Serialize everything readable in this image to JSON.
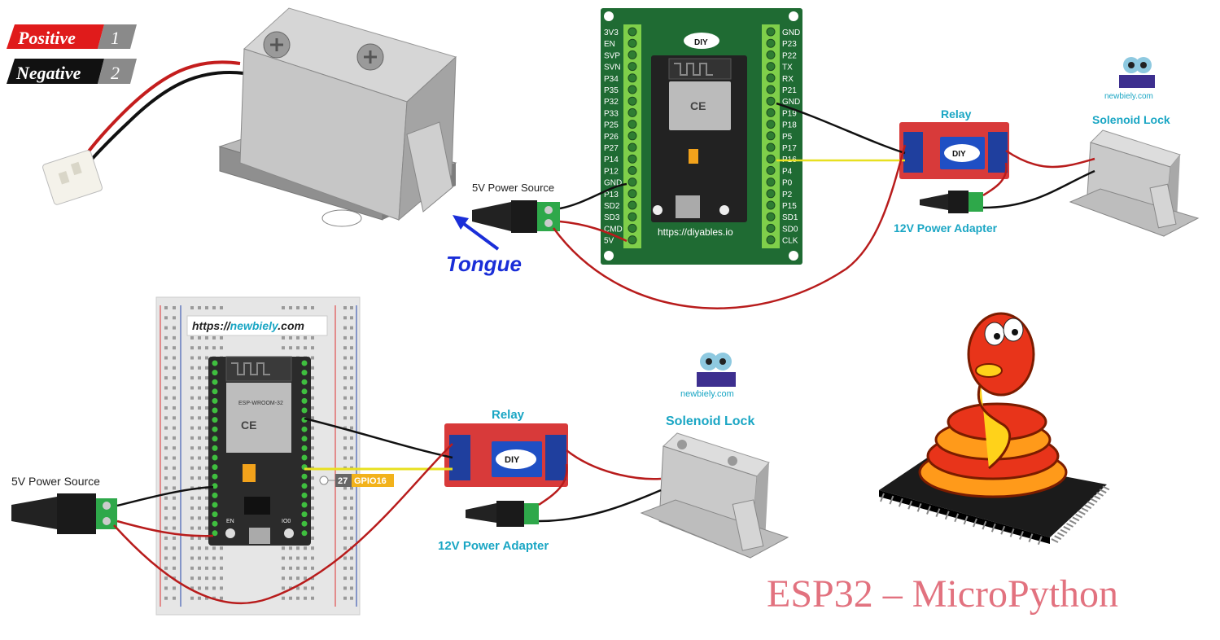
{
  "legend": {
    "positive_label": "Positive",
    "positive_number": "1",
    "negative_label": "Negative",
    "negative_number": "2"
  },
  "top_diagram": {
    "power_source_label": "5V Power Source",
    "tongue_label": "Tongue",
    "board_url": "https://diyables.io",
    "board_logo_text": "DIY",
    "board_pins_left": [
      "3V3",
      "EN",
      "SVP",
      "SVN",
      "P34",
      "P35",
      "P32",
      "P33",
      "P25",
      "P26",
      "P27",
      "P14",
      "P12",
      "GND",
      "P13",
      "SD2",
      "SD3",
      "CMD",
      "5V"
    ],
    "board_pins_right": [
      "GND",
      "P23",
      "P22",
      "TX",
      "RX",
      "P21",
      "GND",
      "P19",
      "P18",
      "P5",
      "P17",
      "P16",
      "P4",
      "P0",
      "P2",
      "P15",
      "SD1",
      "SD0",
      "CLK"
    ],
    "relay_label": "Relay",
    "relay_brand": "DIY",
    "adapter_label": "12V Power Adapter",
    "lock_label": "Solenoid Lock",
    "brand": "newbiely.com"
  },
  "bottom_diagram": {
    "site_url_prefix": "https://",
    "site_url_brand": "newbiely",
    "site_url_suffix": ".com",
    "power_source_label": "5V Power Source",
    "gpio_number": "27",
    "gpio_label": "GPIO16",
    "relay_label": "Relay",
    "relay_brand": "DIY",
    "adapter_label": "12V Power Adapter",
    "lock_label": "Solenoid Lock",
    "brand": "newbiely.com",
    "module_name": "ESP-WROOM-32",
    "en_label": "EN",
    "io0_label": "IO0"
  },
  "title": "ESP32 – MicroPython",
  "colors": {
    "title": "#e2727f",
    "teal_label": "#1aa6c4",
    "board_green": "#1f6b33",
    "wire_red": "#b81c1c",
    "wire_black": "#111111",
    "wire_yellow": "#e8e020",
    "relay_red": "#d83a3a",
    "tongue_blue": "#1a2ed8"
  }
}
